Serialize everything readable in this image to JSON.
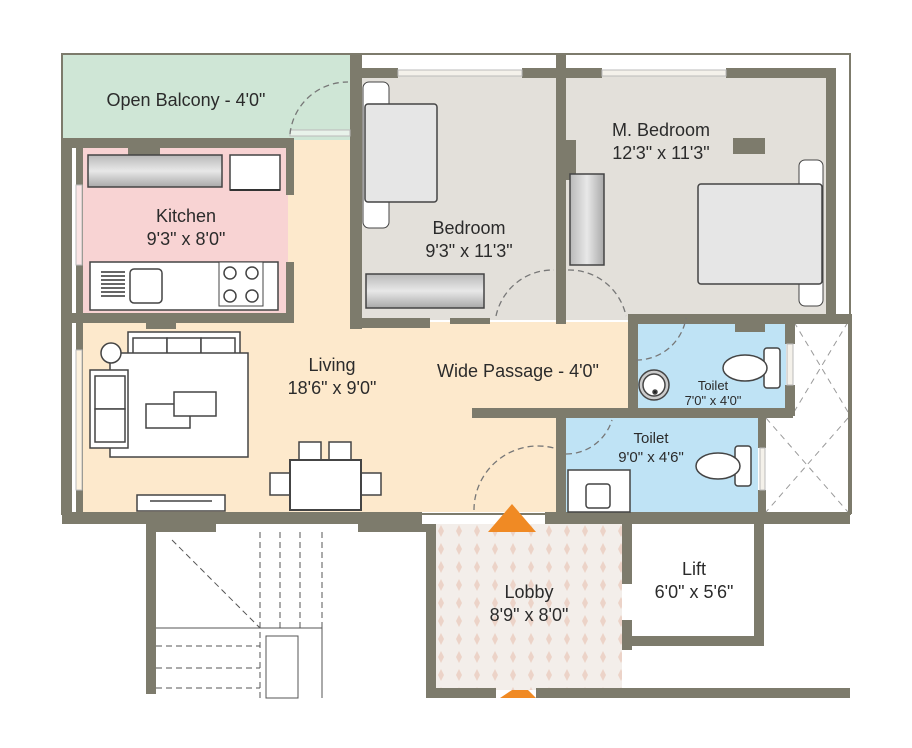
{
  "rooms": {
    "balcony": {
      "name": "Open Balcony - 4'0\""
    },
    "kitchen": {
      "name": "Kitchen",
      "size": "9'3\" x 8'0\""
    },
    "bedroom": {
      "name": "Bedroom",
      "size": "9'3\" x 11'3\""
    },
    "master_bedroom": {
      "name": "M. Bedroom",
      "size": "12'3\" x 11'3\""
    },
    "living": {
      "name": "Living",
      "size": "18'6\" x 9'0\""
    },
    "passage": {
      "name": "Wide Passage - 4'0\""
    },
    "toilet_1": {
      "name": "Toilet",
      "size": "7'0\" x 4'0\""
    },
    "toilet_2": {
      "name": "Toilet",
      "size": "9'0\" x 4'6\""
    },
    "lobby": {
      "name": "Lobby",
      "size": "8'9\" x 8'0\""
    },
    "lift": {
      "name": "Lift",
      "size": "6'0\" x 5'6\""
    }
  },
  "colors": {
    "wall": "#7d7b6c",
    "balcony": "#cfe6d6",
    "kitchen": "#f8d3d3",
    "bedroom": "#e3e0da",
    "living": "#fde9cc",
    "toilet": "#bfe3f5",
    "lobby": "#f3eeea",
    "entry_arrow": "#f08a24"
  }
}
